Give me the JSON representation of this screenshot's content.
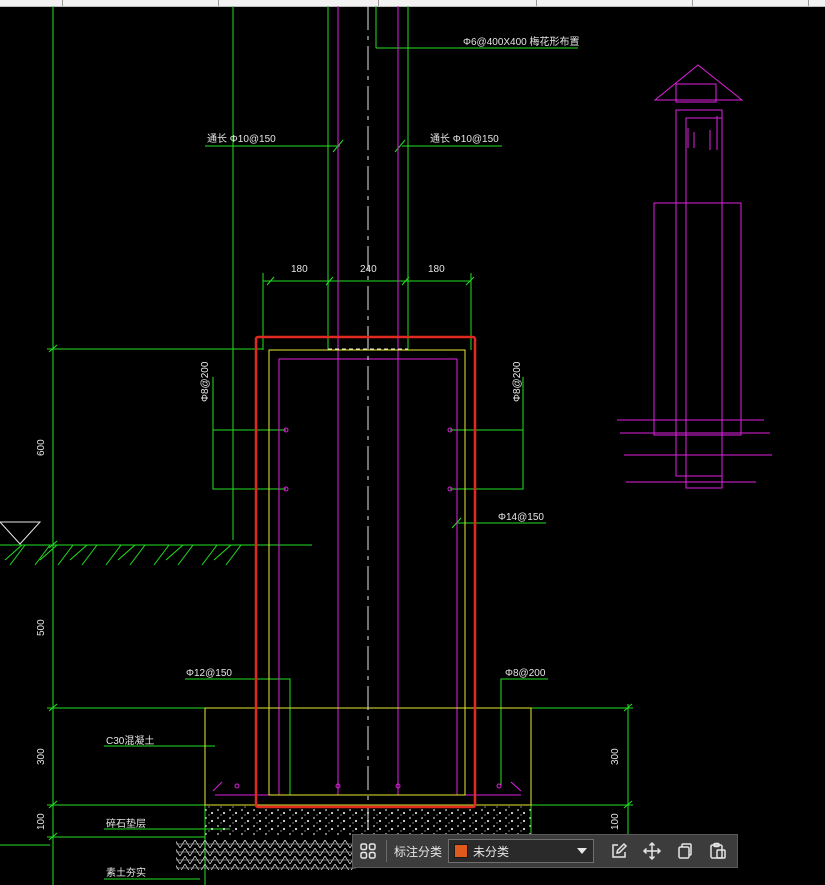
{
  "drawing": {
    "labels": {
      "stirrup_top": "Φ6@400X400  梅花形布置",
      "left_vertical": "通长  Φ10@150",
      "right_vertical": "通长  Φ10@150",
      "dim_180_left": "180",
      "dim_240": "240",
      "dim_180_right": "180",
      "left_vert_bar": "Φ8@200",
      "right_vert_bar": "Φ8@200",
      "bar_14": "Φ14@150",
      "bar_12": "Φ12@150",
      "bar_8_bottom": "Φ8@200",
      "dim_600": "600",
      "dim_500": "500",
      "dim_300_left": "300",
      "dim_100_left": "100",
      "dim_300_right": "300",
      "dim_100_right": "100",
      "concrete": "C30混凝土",
      "gravel": "碎石垫层",
      "soil": "素土夯实"
    }
  },
  "toolbar": {
    "category_label": "标注分类",
    "category_value": "未分类",
    "category_color": "#e05a1c",
    "icons": [
      "grid-apps-icon",
      "edit-icon",
      "move-icon",
      "copy-icon",
      "paste-icon"
    ]
  },
  "colors": {
    "green": "#22e022",
    "magenta": "#e020e0",
    "yellow": "#e8e830",
    "white": "#e6e6e6",
    "red": "#e02a20"
  }
}
